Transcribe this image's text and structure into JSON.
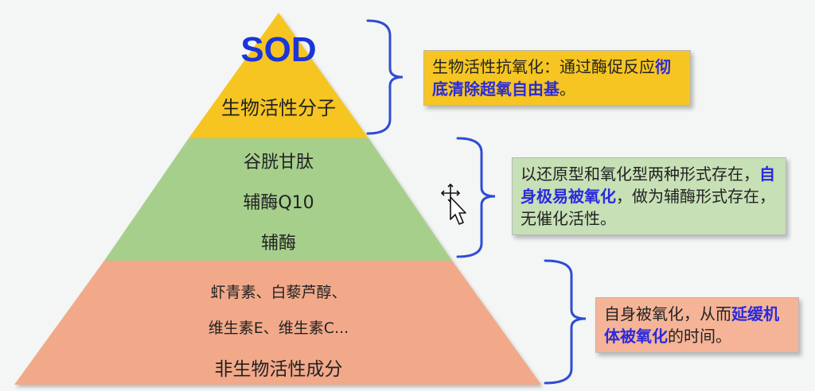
{
  "pyramid": {
    "top": {
      "title": "SOD",
      "subtitle": "生物活性分子",
      "fill": "#f6c521",
      "title_color": "#1a35d8"
    },
    "middle": {
      "items": [
        "谷胱甘肽",
        "辅酶Q10",
        "辅酶"
      ],
      "fill": "#a6cf8c"
    },
    "bottom": {
      "line1": "虾青素、白藜芦醇、",
      "line2": "维生素E、维生素C...",
      "label": "非生物活性成分",
      "fill": "#f2a98a"
    }
  },
  "notes": {
    "top": {
      "segments": [
        {
          "text": "生物活性抗氧化：通过酶促反应",
          "em": false
        },
        {
          "text": "彻底清除超氧自由基",
          "em": true
        },
        {
          "text": "。",
          "em": false
        }
      ],
      "bg": "#f6c521"
    },
    "middle": {
      "segments": [
        {
          "text": "以还原型和氧化型两种形式存在，",
          "em": false
        },
        {
          "text": "自身极易被氧化",
          "em": true
        },
        {
          "text": "，做为辅酶形式存在，无催化活性。",
          "em": false
        }
      ],
      "bg": "#c7e0b6"
    },
    "bottom": {
      "segments": [
        {
          "text": "自身被氧化，从而",
          "em": false
        },
        {
          "text": "延缓机体被氧化",
          "em": true
        },
        {
          "text": "的时间。",
          "em": false
        }
      ],
      "bg": "#f5b497"
    }
  },
  "colors": {
    "bracket": "#2f4cd6",
    "highlight": "#2a2adc"
  }
}
